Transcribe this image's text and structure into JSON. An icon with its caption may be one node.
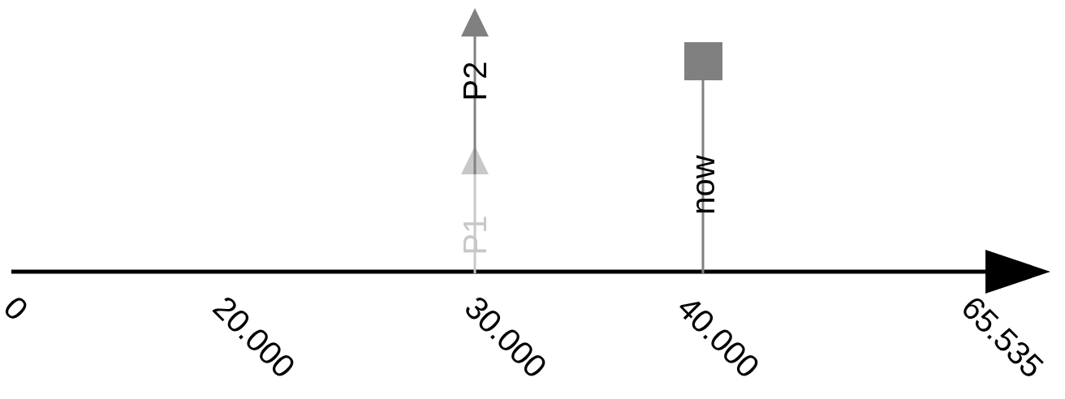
{
  "diagram": {
    "labels": [
      "P2",
      "now",
      "P1",
      "0",
      "20.000",
      "30.000",
      "40.000",
      "65.535"
    ]
  }
}
